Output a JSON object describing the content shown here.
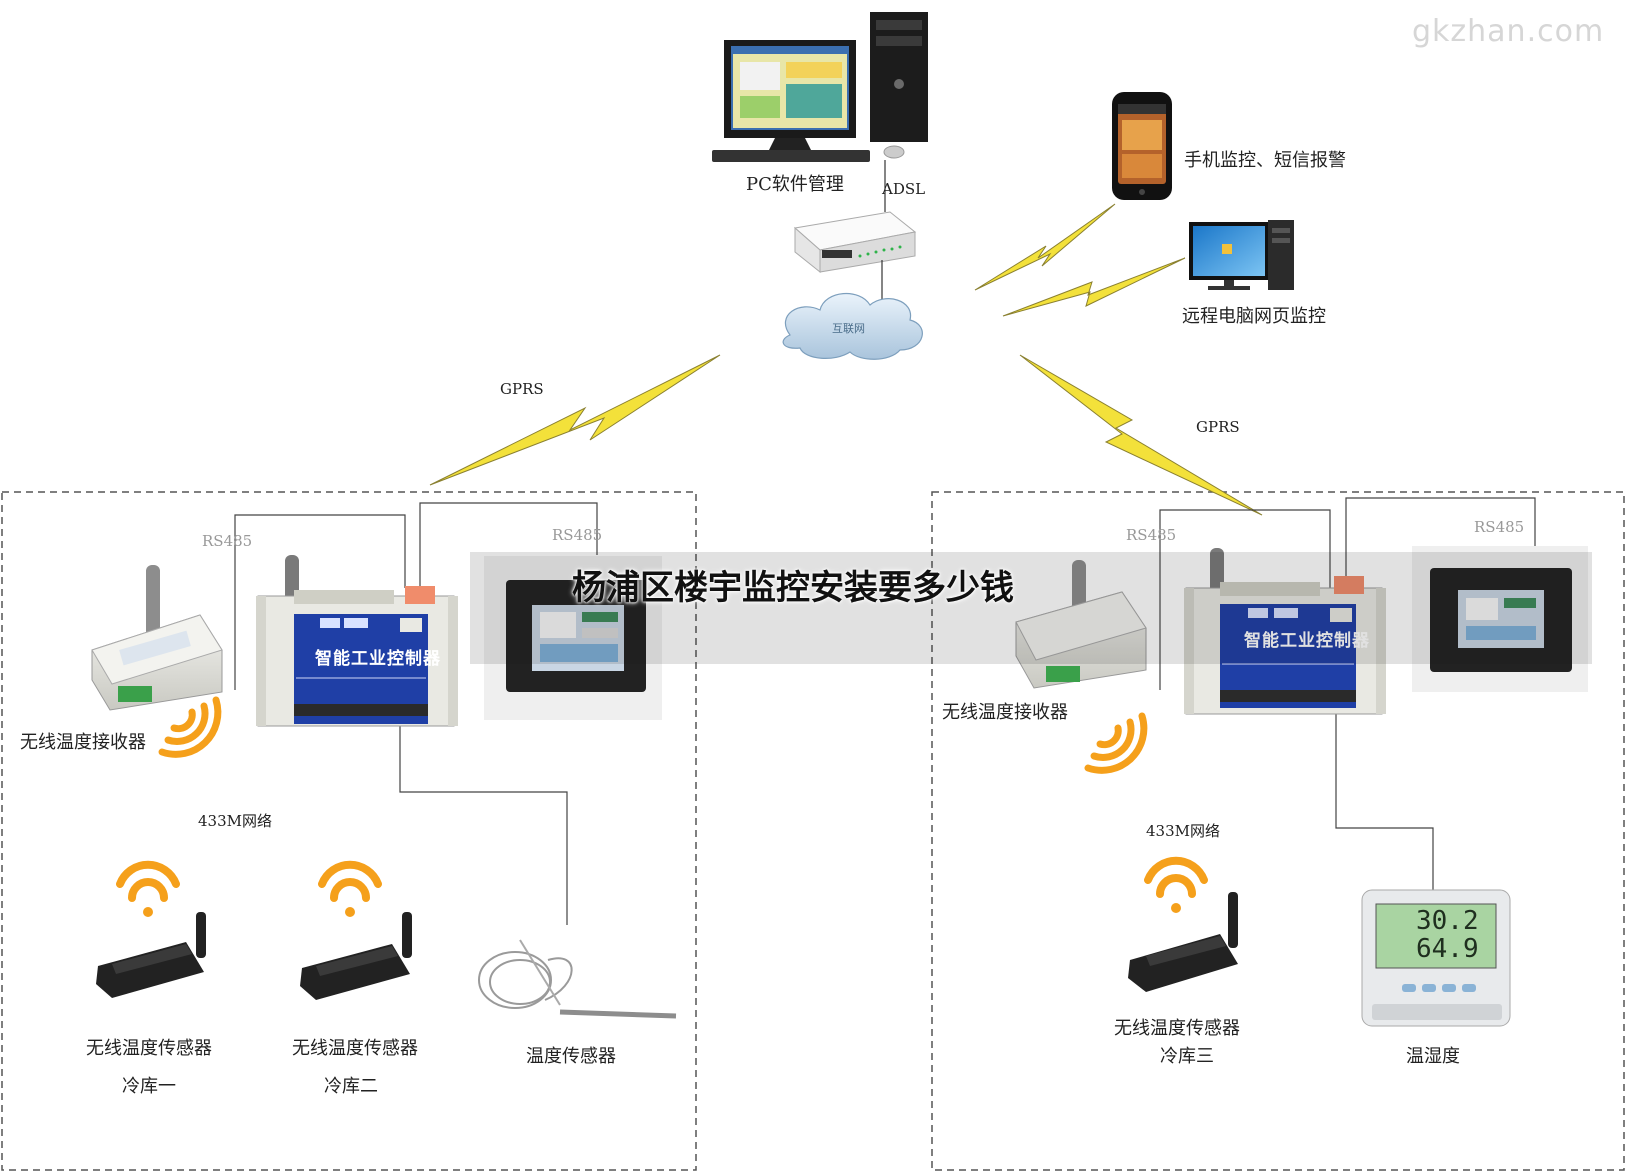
{
  "watermark": "gkzhan.com",
  "banner_title": "杨浦区楼宇监控安装要多少钱",
  "top": {
    "pc_label": "PC软件管理",
    "adsl_label": "ADSL",
    "cloud_label": "互联网",
    "phone_label": "手机监控、短信报警",
    "remote_pc_label": "远程电脑网页监控",
    "gprs_left": "GPRS",
    "gprs_right": "GPRS"
  },
  "left_site": {
    "rs485_a": "RS485",
    "rs485_b": "RS485",
    "controller_text": "智能工业控制器",
    "receiver_label": "无线温度接收器",
    "network_label": "433M网络",
    "sensor1_label": "无线温度传感器",
    "sensor1_room": "冷库一",
    "sensor2_label": "无线温度传感器",
    "sensor2_room": "冷库二",
    "probe_label": "温度传感器"
  },
  "right_site": {
    "rs485_a": "RS485",
    "rs485_b": "RS485",
    "controller_text": "智能工业控制器",
    "receiver_label": "无线温度接收器",
    "network_label": "433M网络",
    "sensor3_label": "无线温度传感器",
    "sensor3_room": "冷库三",
    "hygro_label": "温湿度",
    "hygro_temp": "30.2",
    "hygro_hum": "64.9"
  },
  "colors": {
    "bolt": "#f3e13a",
    "controller_blue": "#1f3fa6",
    "wifi_orange": "#f5a01b",
    "dash": "#555555"
  },
  "icons": [
    "desktop-pc-icon",
    "router-icon",
    "cloud-icon",
    "smartphone-icon",
    "monitor-icon",
    "lightning-icon",
    "wifi-signal-icon",
    "antenna-icon",
    "touchscreen-icon",
    "temperature-probe-icon"
  ]
}
